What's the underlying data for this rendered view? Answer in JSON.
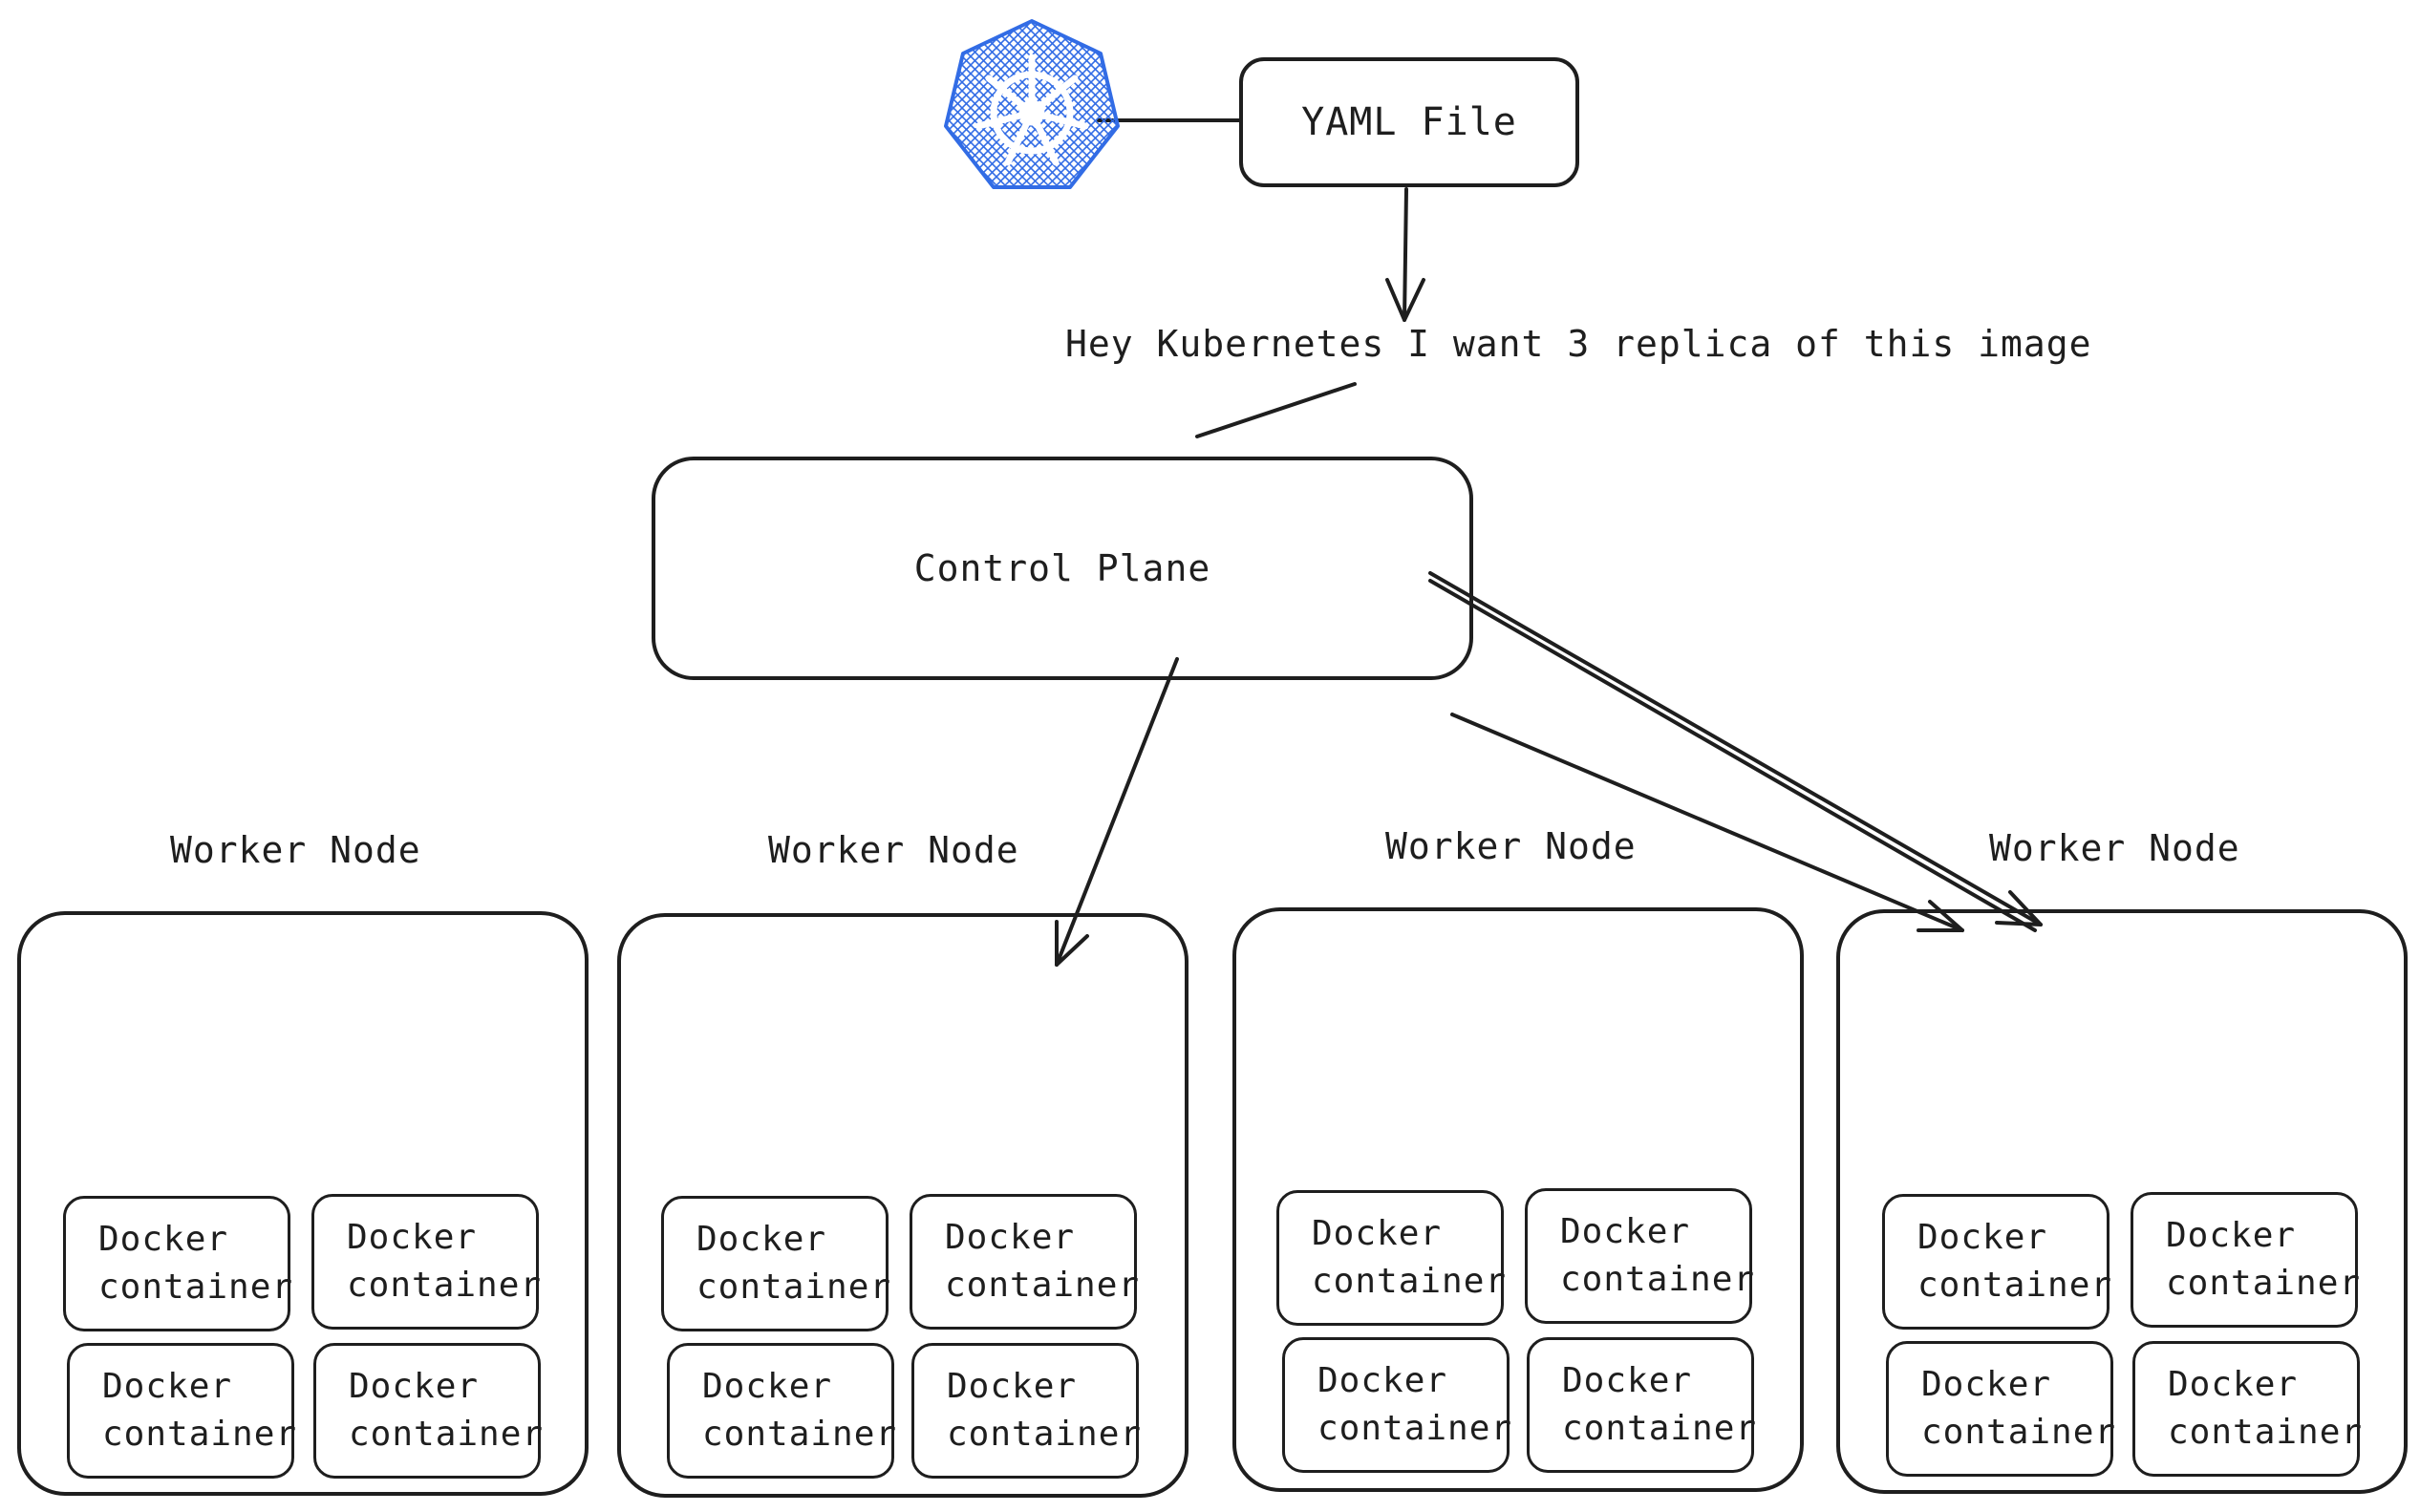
{
  "yaml_file": {
    "label": "YAML File"
  },
  "request": {
    "text": "Hey Kubernetes I want 3 replica of this image"
  },
  "control_plane": {
    "label": "Control Plane"
  },
  "logo": {
    "icon": "kubernetes-logo-icon",
    "color": "#326ce5"
  },
  "stroke_color": "#1e1e1e",
  "worker_nodes": [
    {
      "title": "Worker Node",
      "containers": [
        {
          "line1": "Docker",
          "line2": "container"
        },
        {
          "line1": "Docker",
          "line2": "container"
        },
        {
          "line1": "Docker",
          "line2": "container"
        },
        {
          "line1": "Docker",
          "line2": "container"
        }
      ]
    },
    {
      "title": "Worker Node",
      "containers": [
        {
          "line1": "Docker",
          "line2": "container"
        },
        {
          "line1": "Docker",
          "line2": "container"
        },
        {
          "line1": "Docker",
          "line2": "container"
        },
        {
          "line1": "Docker",
          "line2": "container"
        }
      ]
    },
    {
      "title": "Worker Node",
      "containers": [
        {
          "line1": "Docker",
          "line2": "container"
        },
        {
          "line1": "Docker",
          "line2": "container"
        },
        {
          "line1": "Docker",
          "line2": "container"
        },
        {
          "line1": "Docker",
          "line2": "container"
        }
      ]
    },
    {
      "title": "Worker Node",
      "containers": [
        {
          "line1": "Docker",
          "line2": "container"
        },
        {
          "line1": "Docker",
          "line2": "container"
        },
        {
          "line1": "Docker",
          "line2": "container"
        },
        {
          "line1": "Docker",
          "line2": "container"
        }
      ]
    }
  ]
}
